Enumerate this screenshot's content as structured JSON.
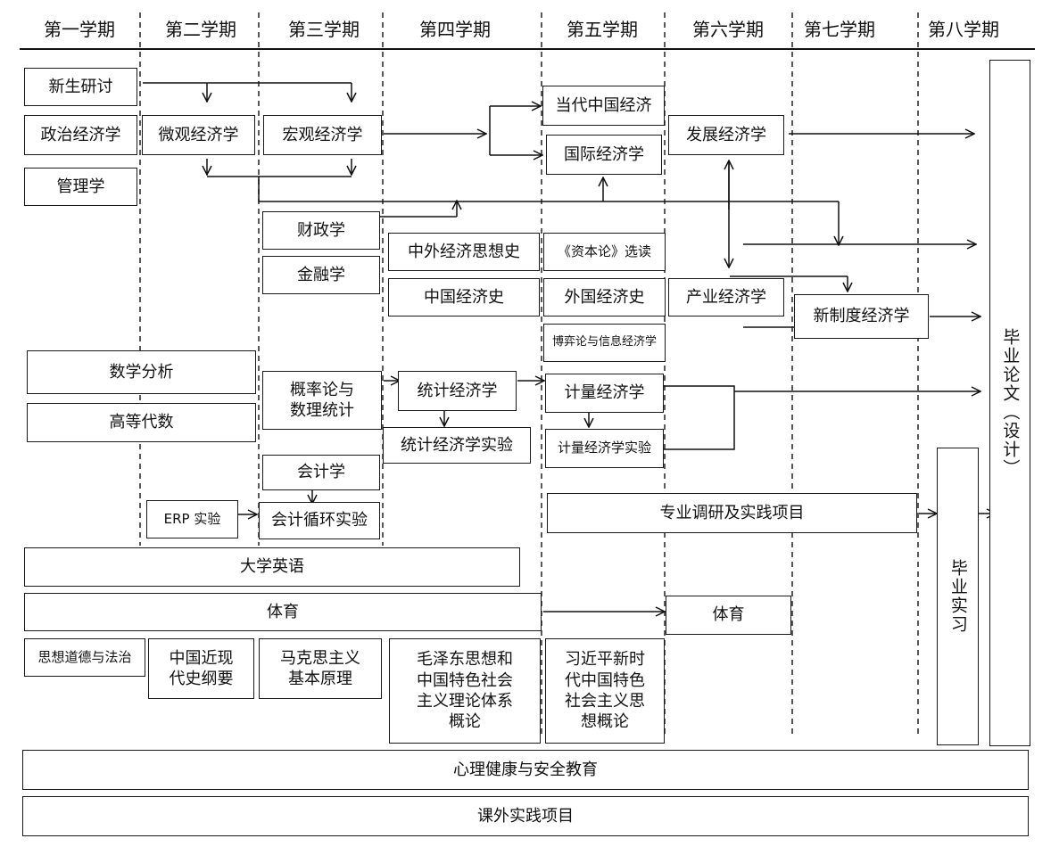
{
  "semesters": [
    "第一学期",
    "第二学期",
    "第三学期",
    "第四学期",
    "第五学期",
    "第六学期",
    "第七学期",
    "第八学期"
  ],
  "courses": {
    "xinsheng": "新生研讨",
    "zhengzhi": "政治经济学",
    "guanli": "管理学",
    "weiguan": "微观经济学",
    "hongguan": "宏观经济学",
    "dangdai": "当代中国经济",
    "guoji": "国际经济学",
    "fazhan": "发展经济学",
    "caizheng": "财政学",
    "jinrong": "金融学",
    "sixiangshi": "中外经济思想史",
    "zhongguojjs": "中国经济史",
    "ziben": "《资本论》选读",
    "waiguo": "外国经济史",
    "boyi": "博弈论与信息经济学",
    "chanye": "产业经济学",
    "xinzhidu": "新制度经济学",
    "shuxue": "数学分析",
    "gaodeng": "高等代数",
    "gailv": "概率论与\n数理统计",
    "tongji": "统计经济学",
    "tongjisy": "统计经济学实验",
    "jiliang": "计量经济学",
    "jiliangsy": "计量经济学实验",
    "kuaiji": "会计学",
    "erp": "ERP 实验",
    "kuaijixh": "会计循环实验",
    "zhuanye": "专业调研及实践项目",
    "daxueyy": "大学英语",
    "tiyu1": "体育",
    "tiyu2": "体育",
    "sixiang": "思想道德与法治",
    "jinxiandai": "中国近现\n代史纲要",
    "makesi": "马克思主义\n基本原理",
    "maozedong": "毛泽东思想和\n中国特色社会\n主义理论体系\n概论",
    "xijinping": "习近平新时\n代中国特色\n社会主义思\n想概论",
    "xinli": "心理健康与安全教育",
    "kewai": "课外实践项目",
    "biyesx": "毕业实习",
    "biyelw": "毕业论文（设计）"
  }
}
